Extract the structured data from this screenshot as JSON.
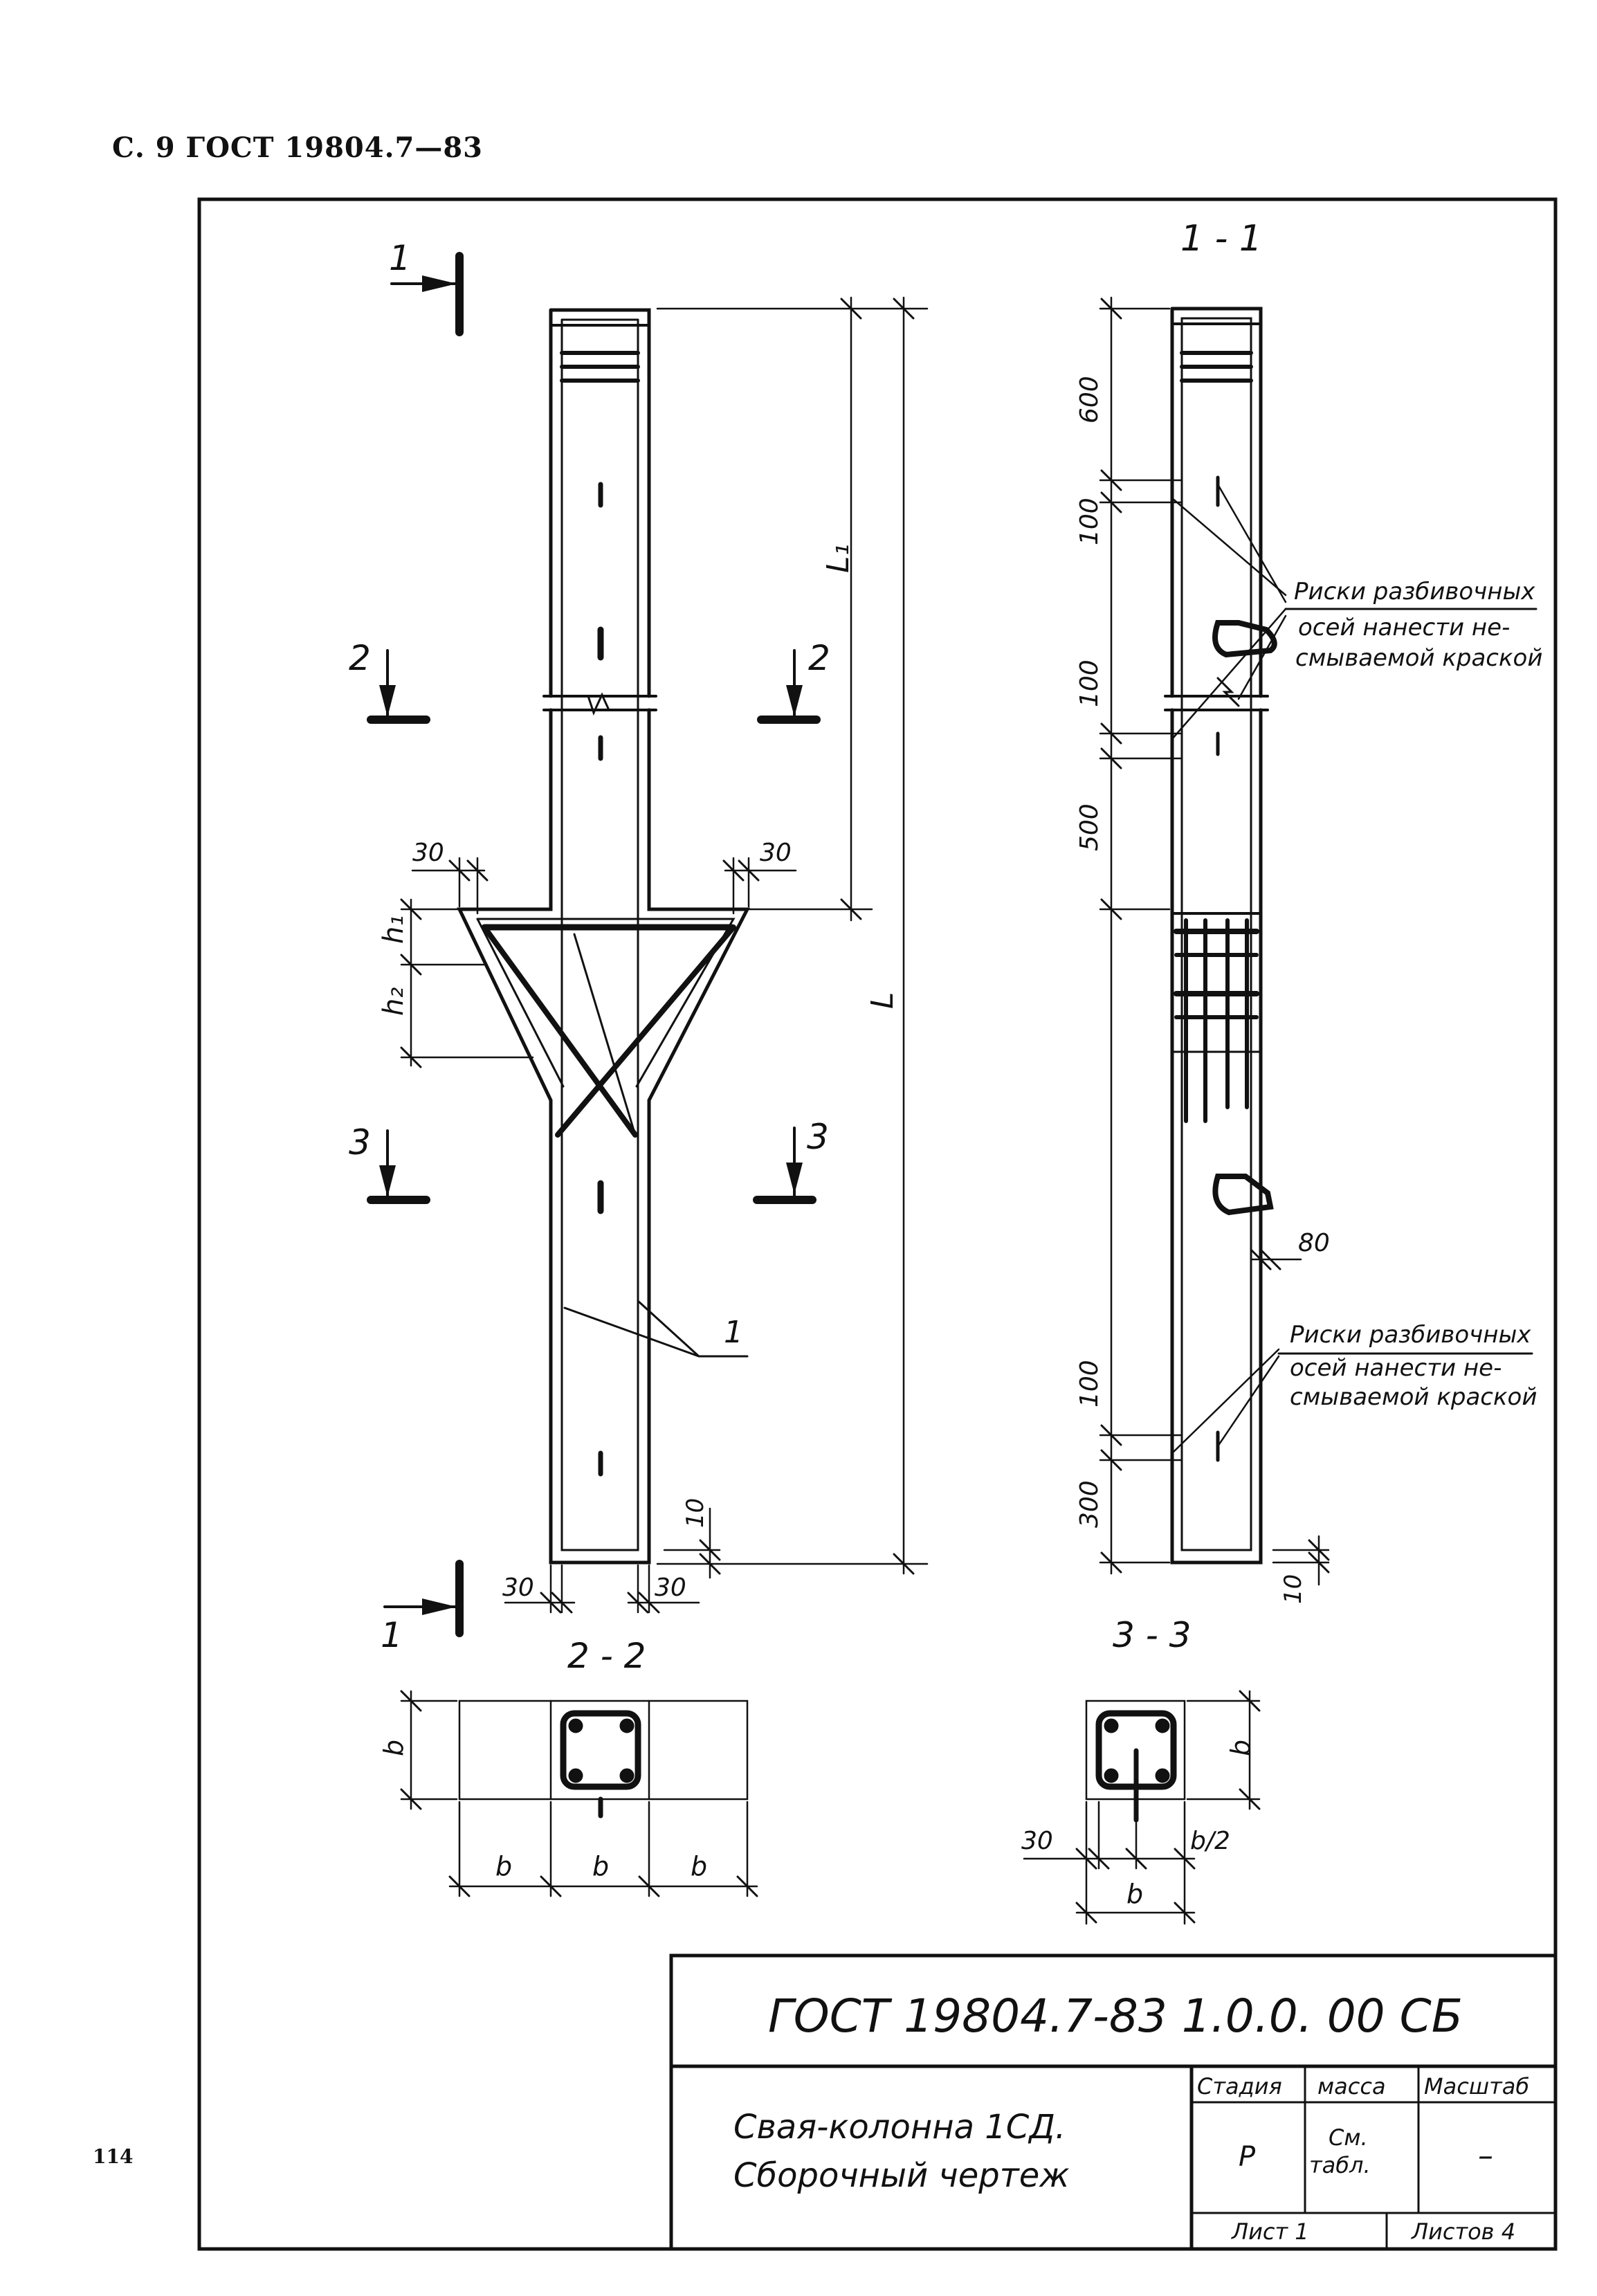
{
  "header": "С. 9 ГОСТ 19804.7—83",
  "page_number": "114",
  "views": {
    "front": {
      "section_1": "1",
      "section_2": "2",
      "section_3": "3",
      "dim_30": "30",
      "dim_10": "10",
      "dim_h1": "h₁",
      "dim_h2": "h₂",
      "dim_L1": "L₁",
      "dim_L": "L",
      "leader_1": "1"
    },
    "section_1_1": {
      "title": "1 - 1",
      "dim_600": "600",
      "dim_100": "100",
      "dim_500": "500",
      "dim_300": "300",
      "dim_80": "80",
      "dim_10": "10",
      "note_line1": "Риски разбивочных",
      "note_line2": "осей нанести не-",
      "note_line3": "смываемой краской"
    },
    "section_2_2": {
      "title": "2 - 2",
      "dim_b": "b"
    },
    "section_3_3": {
      "title": "3 - 3",
      "dim_b": "b",
      "dim_30": "30",
      "dim_b2": "b/2"
    }
  },
  "title_block": {
    "designation": "ГОСТ 19804.7-83 1.0.0. 00 СБ",
    "name_line1": "Свая-колонна 1СД.",
    "name_line2": "Сборочный чертеж",
    "stage_label": "Стадия",
    "mass_label": "масса",
    "scale_label": "Масштаб",
    "stage_value": "Р",
    "mass_value_1": "См.",
    "mass_value_2": "табл.",
    "scale_value": "–",
    "sheet": "Лист 1",
    "sheets": "Листов 4"
  }
}
